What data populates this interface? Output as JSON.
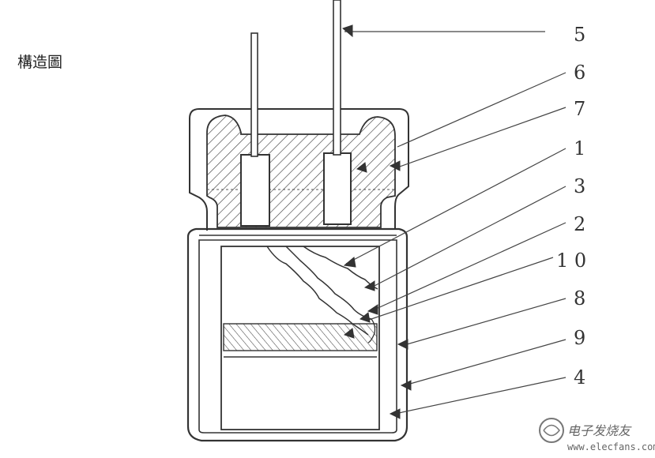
{
  "title": "構造圖",
  "callouts": [
    {
      "label": "5"
    },
    {
      "label": "6"
    },
    {
      "label": "7"
    },
    {
      "label": "1"
    },
    {
      "label": "3"
    },
    {
      "label": "2"
    },
    {
      "label": "1 0"
    },
    {
      "label": "8"
    },
    {
      "label": "9"
    },
    {
      "label": "4"
    }
  ],
  "watermark": {
    "brand": "电子发烧友",
    "url": "www.elecfans.com"
  },
  "colors": {
    "ink": "#333333",
    "background": "#ffffff"
  }
}
